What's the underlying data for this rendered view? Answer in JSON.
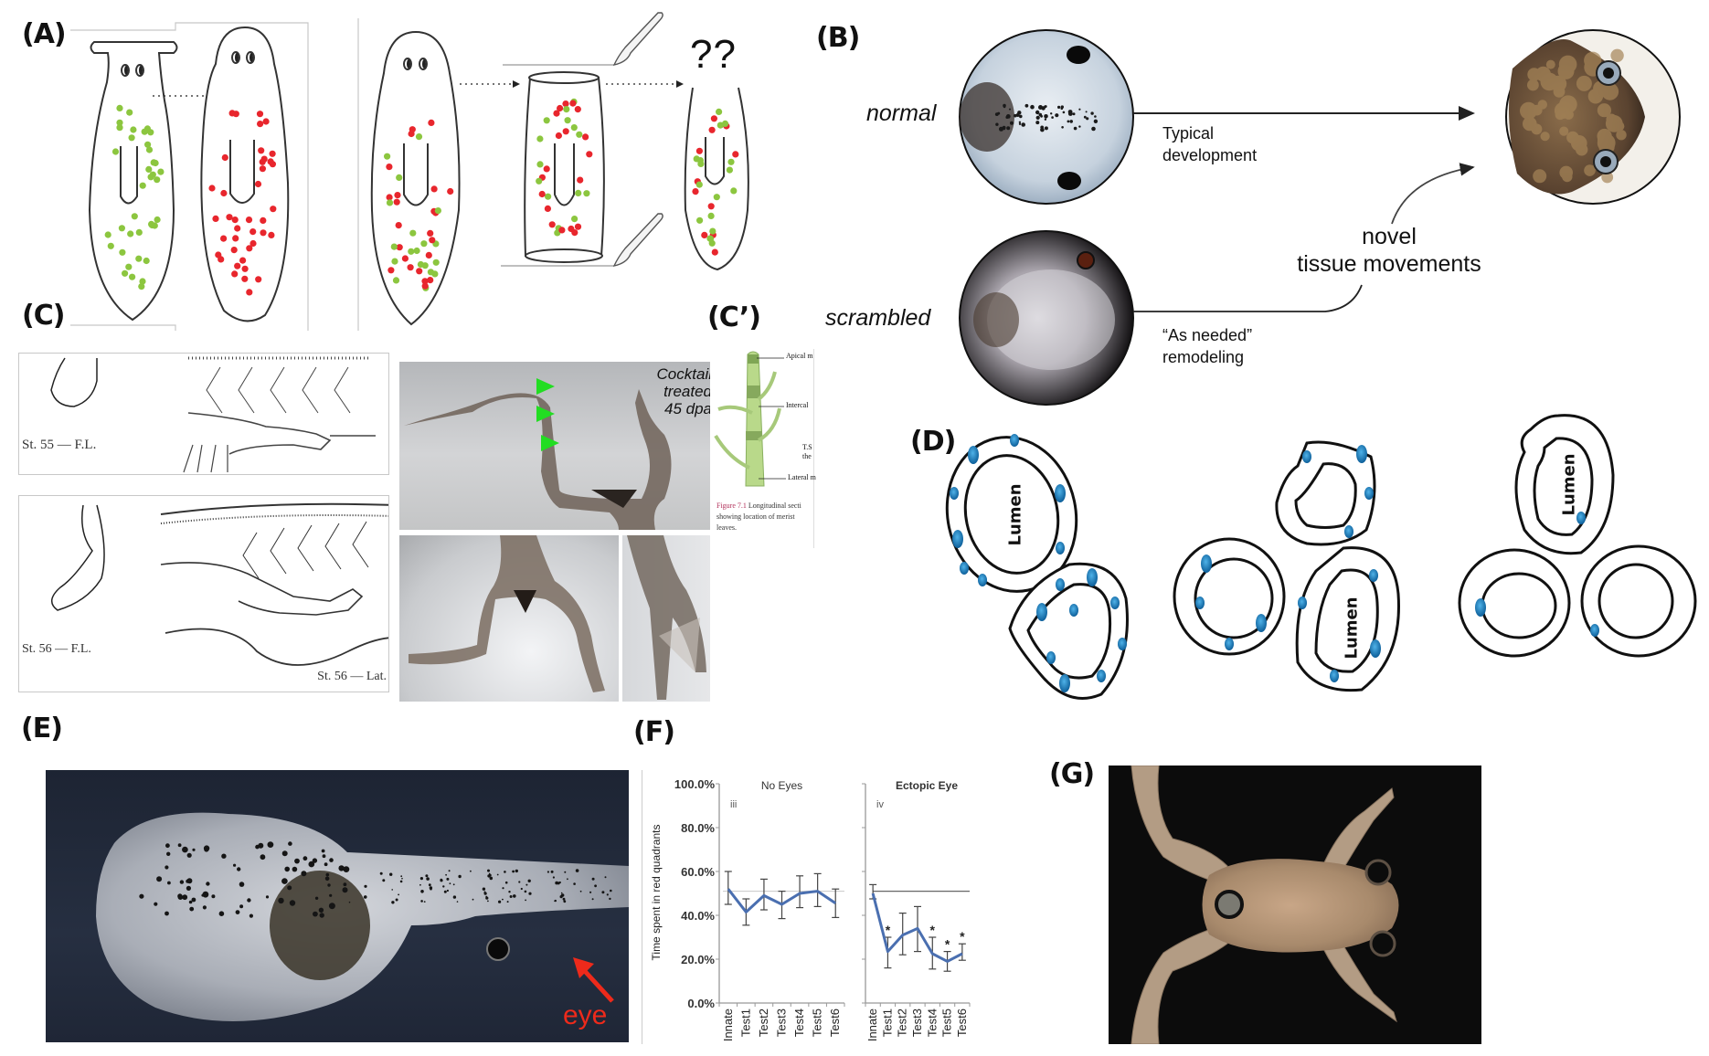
{
  "panels": {
    "A": {
      "label": "(A)",
      "question_marks": "??",
      "colors": {
        "green_cell": "#8cc63f",
        "red_cell": "#e8262d",
        "outline": "#333333"
      }
    },
    "B": {
      "label": "(B)",
      "row_normal": "normal",
      "row_scrambled": "scrambled",
      "typical_line1": "Typical",
      "typical_line2": "development",
      "novel_line1": "novel",
      "novel_line2": "tissue movements",
      "asneeded_line1": "“As needed”",
      "asneeded_line2": "remodeling"
    },
    "C": {
      "label": "(C)",
      "stage55_fl": "St. 55 — F.L.",
      "stage56_fl": "St. 56 — F.L.",
      "stage56_lat": "St. 56 — Lat.",
      "photo_text_line1": "Cocktail",
      "photo_text_line2": "treated",
      "photo_text_line3": "45 dpa",
      "arrow_color": "#22dd22"
    },
    "Cprime": {
      "label": "(C’)",
      "callout_apical": "Apical m",
      "callout_intercal": "Intercal",
      "callout_lateral": "Lateral m",
      "side_text_1": "T.S",
      "side_text_2": "the",
      "caption_fig": "Figure 7.1",
      "caption_line1": " Longitudinal secti",
      "caption_line2": "showing location of  merist",
      "caption_line3": "leaves."
    },
    "D": {
      "label": "(D)",
      "lumen": "Lumen",
      "nucleus_color": "#1a7fc1"
    },
    "E": {
      "label": "(E)",
      "eye_label": "eye",
      "arrow_color": "#ee2a1b"
    },
    "F": {
      "label": "(F)"
    },
    "G": {
      "label": "(G)"
    }
  },
  "chart_data": {
    "type": "line",
    "ylabel": "Time spent in red quadrants",
    "ylim": [
      0,
      100
    ],
    "yticks": [
      "0.0%",
      "20.0%",
      "40.0%",
      "60.0%",
      "80.0%",
      "100.0%"
    ],
    "ytick_values": [
      0,
      20,
      40,
      60,
      80,
      100
    ],
    "categories": [
      "Innate",
      "Test1",
      "Test2",
      "Test3",
      "Test4",
      "Test5",
      "Test6"
    ],
    "line_color": "#4a6fb0",
    "reference_line": 51,
    "subplots": [
      {
        "title": "No Eyes",
        "tag": "iii",
        "values": [
          52,
          41.5,
          49,
          45,
          50,
          51,
          45.5
        ],
        "err_low": [
          45,
          35.5,
          42.5,
          38.5,
          43.5,
          44,
          39
        ],
        "err_high": [
          60,
          47.5,
          56.5,
          51,
          58,
          59,
          52
        ],
        "significant": [
          false,
          false,
          false,
          false,
          false,
          false,
          false
        ]
      },
      {
        "title": "Ectopic Eye",
        "tag": "iv",
        "values": [
          50,
          23.5,
          31,
          34,
          22.5,
          19,
          22.5
        ],
        "err_low": [
          47.5,
          16,
          22,
          23.5,
          15.5,
          14.5,
          19.5
        ],
        "err_high": [
          54,
          30,
          41,
          44,
          30,
          23.5,
          27
        ],
        "significant": [
          false,
          true,
          false,
          false,
          true,
          true,
          true
        ],
        "sig_marker": "*"
      }
    ]
  }
}
